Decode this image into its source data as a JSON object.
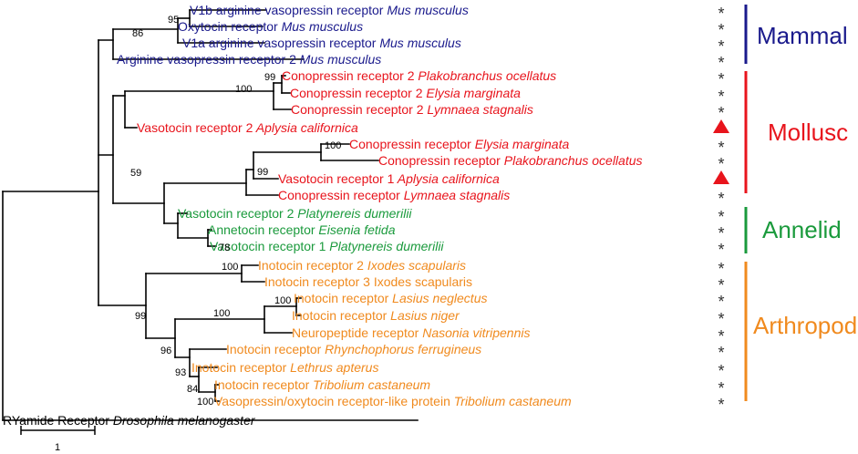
{
  "colors": {
    "mammal": "#1a1a8c",
    "mollusc": "#e8141c",
    "annelid": "#1a9a3c",
    "arthropod": "#f08a1e",
    "outgroup": "#000000",
    "branch": "#000000"
  },
  "leaves": [
    {
      "id": "v1b",
      "name": "V1b arginine vasopressin receptor",
      "species": "Mus musculus",
      "group": "mammal",
      "marker": "*"
    },
    {
      "id": "oxt",
      "name": "Oxytocin receptor",
      "species": "Mus musculus",
      "group": "mammal",
      "marker": "*"
    },
    {
      "id": "v1a",
      "name": "V1a arginine vasopressin receptor",
      "species": "Mus musculus",
      "group": "mammal",
      "marker": "*"
    },
    {
      "id": "avp2",
      "name": "Arginine vasopressin receptor 2",
      "species": "Mus musculus",
      "group": "mammal",
      "marker": "*"
    },
    {
      "id": "cp2po",
      "name": "Conopressin receptor 2",
      "species": "Plakobranchus ocellatus",
      "group": "mollusc",
      "marker": "*"
    },
    {
      "id": "cp2em",
      "name": "Conopressin receptor 2",
      "species": "Elysia marginata",
      "group": "mollusc",
      "marker": "*"
    },
    {
      "id": "cp2ls",
      "name": "Conopressin receptor 2",
      "species": "Lymnaea stagnalis",
      "group": "mollusc",
      "marker": "*"
    },
    {
      "id": "vt2ac",
      "name": "Vasotocin receptor 2",
      "species": "Aplysia californica",
      "group": "mollusc",
      "marker": "▲"
    },
    {
      "id": "cpem",
      "name": "Conopressin receptor",
      "species": "Elysia marginata",
      "group": "mollusc",
      "marker": "*"
    },
    {
      "id": "cppo",
      "name": "Conopressin receptor",
      "species": "Plakobranchus ocellatus",
      "group": "mollusc",
      "marker": "*"
    },
    {
      "id": "vt1ac",
      "name": "Vasotocin receptor 1",
      "species": "Aplysia californica",
      "group": "mollusc",
      "marker": "▲"
    },
    {
      "id": "cpls",
      "name": "Conopressin receptor",
      "species": "Lymnaea stagnalis",
      "group": "mollusc",
      "marker": "*"
    },
    {
      "id": "vt2pd",
      "name": "Vasotocin receptor 2",
      "species": "Platynereis dumerilii",
      "group": "annelid",
      "marker": "*"
    },
    {
      "id": "anef",
      "name": "Annetocin receptor",
      "species": "Eisenia fetida",
      "group": "annelid",
      "marker": "*"
    },
    {
      "id": "vt1pd",
      "name": "Vasotocin receptor 1",
      "species": "Platynereis dumerilii",
      "group": "annelid",
      "marker": "*"
    },
    {
      "id": "it2is",
      "name": "Inotocin receptor 2",
      "species": "Ixodes scapularis",
      "group": "arthropod",
      "marker": "*"
    },
    {
      "id": "it3is",
      "name": "Inotocin receptor 3 Ixodes scapularis",
      "species": "",
      "group": "arthropod",
      "marker": "*"
    },
    {
      "id": "itln",
      "name": "Inotocin receptor",
      "species": "Lasius neglectus",
      "group": "arthropod",
      "marker": "*"
    },
    {
      "id": "itlni",
      "name": "Inotocin receptor",
      "species": "Lasius niger",
      "group": "arthropod",
      "marker": "*"
    },
    {
      "id": "npnv",
      "name": "Neuropeptide receptor",
      "species": "Nasonia vitripennis",
      "group": "arthropod",
      "marker": "*"
    },
    {
      "id": "itrf",
      "name": "Inotocin receptor",
      "species": "Rhynchophorus ferrugineus",
      "group": "arthropod",
      "marker": "*"
    },
    {
      "id": "itla",
      "name": "Inotocin receptor",
      "species": "Lethrus apterus",
      "group": "arthropod",
      "marker": "*"
    },
    {
      "id": "ittc",
      "name": "Inotocin receptor",
      "species": "Tribolium castaneum",
      "group": "arthropod",
      "marker": "*"
    },
    {
      "id": "vpoxtc",
      "name": "Vasopressin/oxytocin receptor-like protein",
      "species": "Tribolium castaneum",
      "group": "arthropod",
      "marker": "*"
    },
    {
      "id": "ryam",
      "name": "RYamide Receptor",
      "species": "Drosophila melanogaster",
      "group": "outgroup",
      "marker": ""
    }
  ],
  "bootstrap": [
    "95",
    "86",
    "99",
    "100",
    "100",
    "99",
    "59",
    "78",
    "100",
    "100",
    "100",
    "99",
    "96",
    "93",
    "84",
    "100"
  ],
  "groups": [
    {
      "key": "mammal",
      "label": "Mammal"
    },
    {
      "key": "mollusc",
      "label": "Mollusc"
    },
    {
      "key": "annelid",
      "label": "Annelid"
    },
    {
      "key": "arthropod",
      "label": "Arthropod"
    }
  ],
  "scale_label": "1"
}
